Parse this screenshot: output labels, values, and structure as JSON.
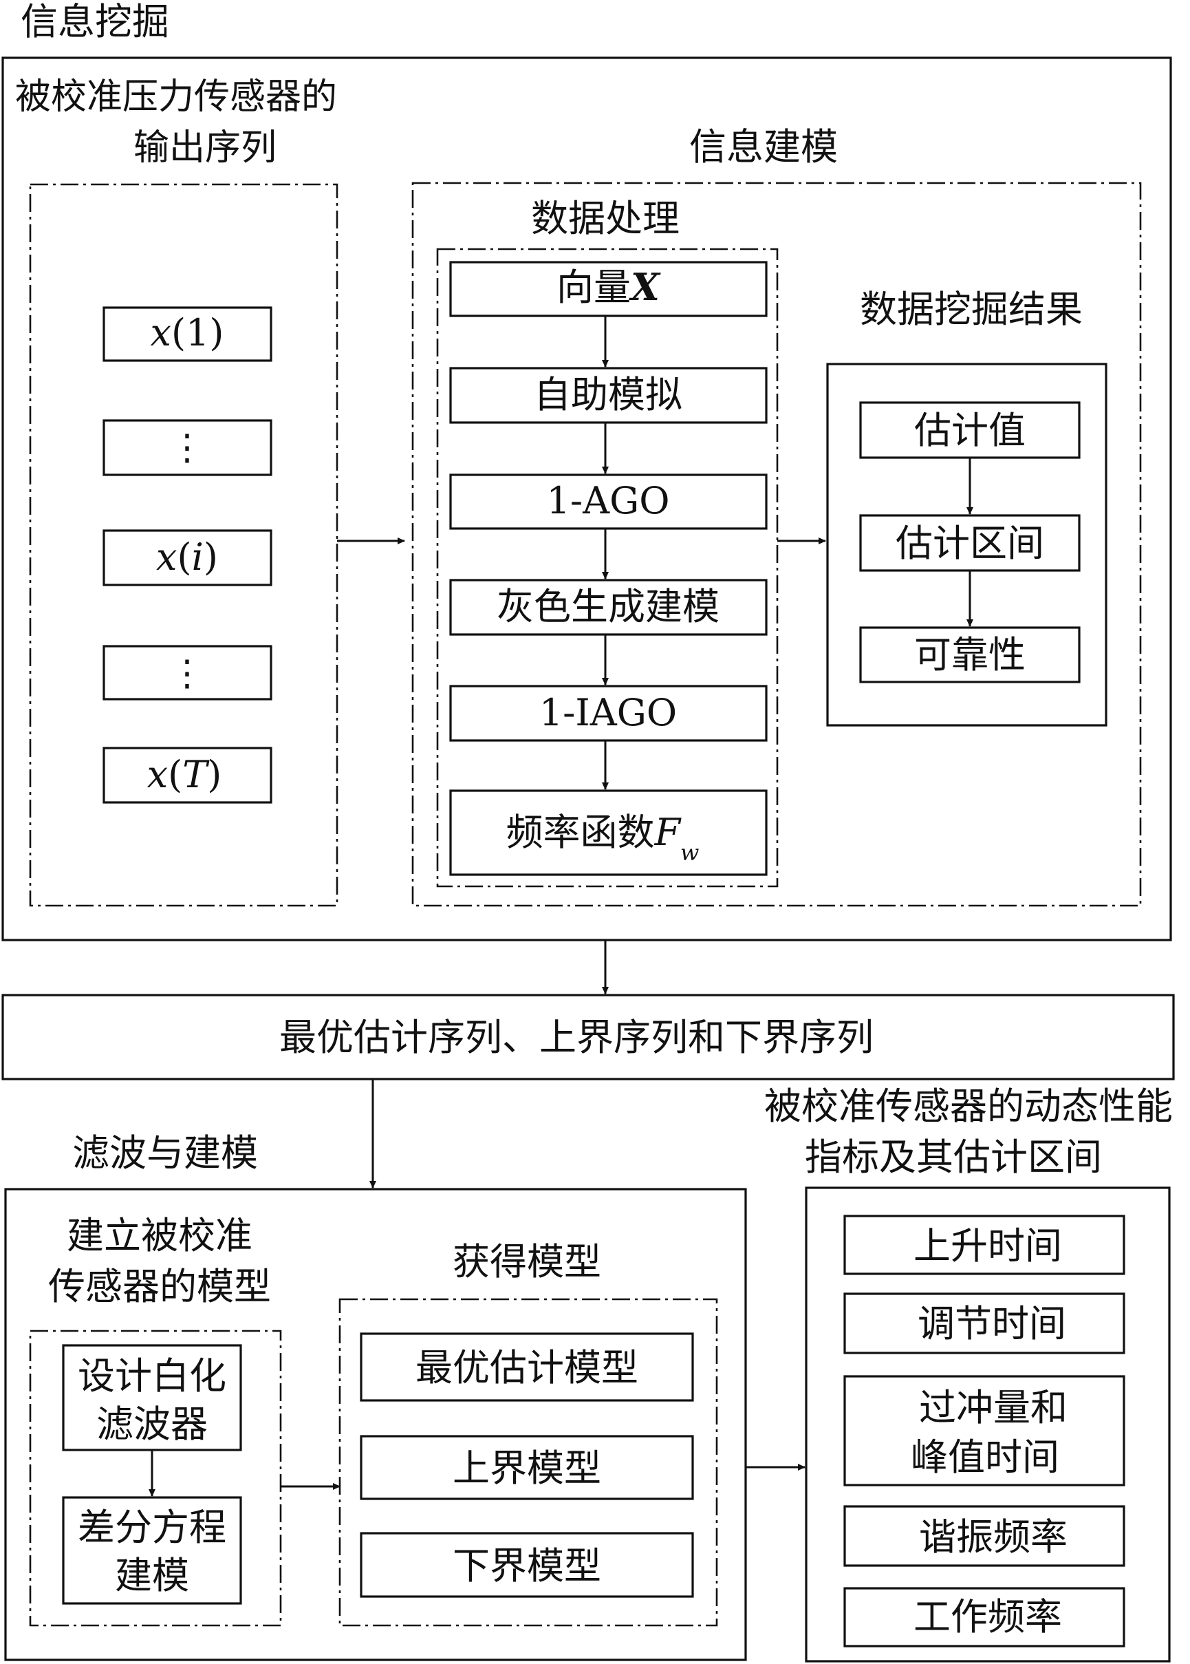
{
  "section_mining": "信息挖掘",
  "source": {
    "title_line1": "被校准压力传感器的",
    "title_line2": "输出序列",
    "items": [
      {
        "var": "x",
        "idx": "1"
      },
      {
        "dots": "⋮"
      },
      {
        "var": "x",
        "idx": "i"
      },
      {
        "dots": "⋮"
      },
      {
        "var": "x",
        "idx": "T"
      }
    ]
  },
  "info_model": "信息建模",
  "data_processing": {
    "title": "数据处理",
    "vector_label": "向量",
    "vector_sym": "X",
    "bootstrap": "自助模拟",
    "ago": "1-AGO",
    "grey": "灰色生成建模",
    "iago": "1-IAGO",
    "freq_label": "频率函数",
    "freq_sym": "F",
    "freq_sub": "w"
  },
  "mining_result": {
    "title": "数据挖掘结果",
    "estimate": "估计值",
    "interval": "估计区间",
    "reliability": "可靠性"
  },
  "sequences": "最优估计序列、上界序列和下界序列",
  "filter_modeling": "滤波与建模",
  "build_model": {
    "title_line1": "建立被校准",
    "title_line2": "传感器的模型",
    "whitening_line1": "设计白化",
    "whitening_line2": "滤波器",
    "diff_line1": "差分方程",
    "diff_line2": "建模"
  },
  "obtain_model": {
    "title": "获得模型",
    "optimal": "最优估计模型",
    "upper": "上界模型",
    "lower": "下界模型"
  },
  "dynamic": {
    "title_line1": "被校准传感器的动态性能",
    "title_line2": "指标及其估计区间",
    "rise": "上升时间",
    "settle": "调节时间",
    "overshoot_line1": "过冲量和",
    "overshoot_line2": "峰值时间",
    "resonance": "谐振频率",
    "working": "工作频率"
  }
}
